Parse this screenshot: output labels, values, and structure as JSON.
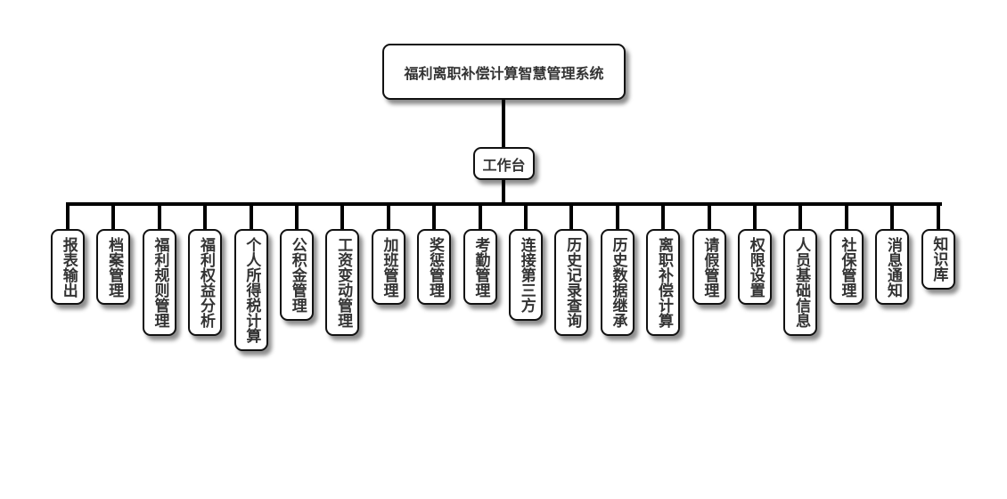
{
  "root": {
    "label": "福利离职补偿计算智慧管理系统"
  },
  "hub": {
    "label": "工作台"
  },
  "modules": [
    "报表输出",
    "档案管理",
    "福利规则管理",
    "福利权益分析",
    "个人所得税计算",
    "公积金管理",
    "工资变动管理",
    "加班管理",
    "奖惩管理",
    "考勤管理",
    "连接第三方",
    "历史记录查询",
    "历史数据继承",
    "离职补偿计算",
    "请假管理",
    "权限设置",
    "人员基础信息",
    "社保管理",
    "消息通知",
    "知识库"
  ]
}
